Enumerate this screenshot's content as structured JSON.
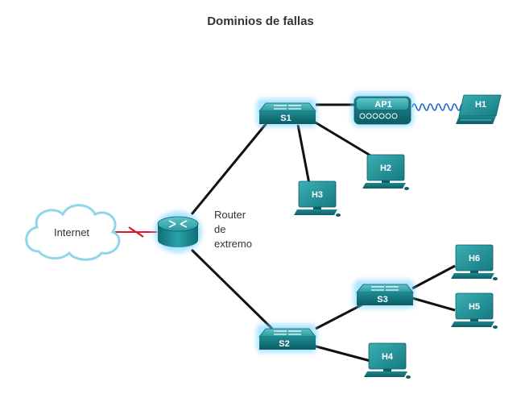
{
  "title": "Dominios de fallas",
  "nodes": {
    "internet": "Internet",
    "router_line1": "Router",
    "router_line2": "de",
    "router_line3": "extremo",
    "s1": "S1",
    "s2": "S2",
    "s3": "S3",
    "ap1": "AP1",
    "h1": "H1",
    "h2": "H2",
    "h3": "H3",
    "h4": "H4",
    "h5": "H5",
    "h6": "H6"
  },
  "colors": {
    "device_teal": "#1f8f95",
    "device_dark": "#0d5e66",
    "glow": "#6fd0ff",
    "serial_link": "#e0182e",
    "wireless": "#1e66cc",
    "cloud_stroke": "#8fd6e8"
  }
}
